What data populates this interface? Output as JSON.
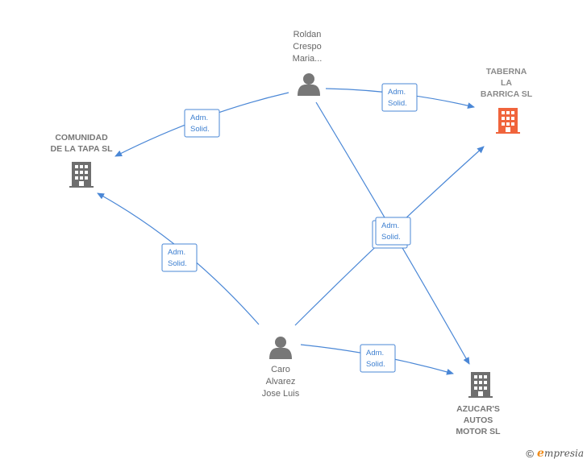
{
  "nodes": {
    "roldan": {
      "label": "Roldan\nCrespo\nMaria..."
    },
    "caro": {
      "label": "Caro\nAlvarez\nJose Luis"
    },
    "taberna": {
      "label": "TABERNA\nLA\nBARRICA  SL"
    },
    "comunidad": {
      "label": "COMUNIDAD\nDE LA TAPA  SL"
    },
    "azucars": {
      "label": "AZUCAR'S\nAUTOS\nMOTOR  SL"
    }
  },
  "edge_label_line1": "Adm.",
  "edge_label_line2": "Solid.",
  "colors": {
    "edge": "#4a87d6",
    "company_icon": "#6e6e6e",
    "highlight_icon": "#f0643c",
    "person_icon": "#777777"
  },
  "footer": {
    "copyright": "©",
    "brand_initial": "e",
    "brand_rest": "mpresia"
  }
}
